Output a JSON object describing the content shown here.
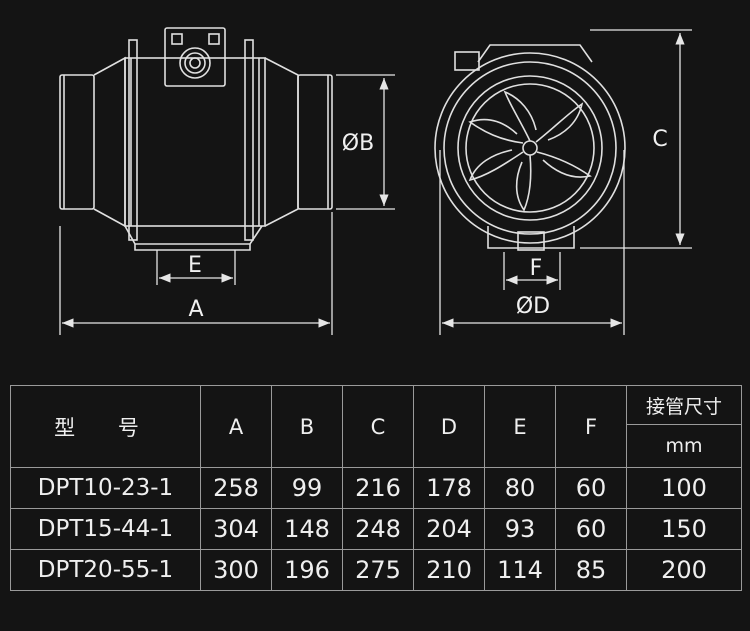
{
  "drawing": {
    "labels": {
      "A": "A",
      "B": "ØB",
      "C": "C",
      "D": "ØD",
      "E": "E",
      "F": "F"
    }
  },
  "table": {
    "model_header": "型 号",
    "columns": [
      "A",
      "B",
      "C",
      "D",
      "E",
      "F"
    ],
    "pipe_header": "接管尺寸",
    "pipe_unit": "mm",
    "rows": [
      {
        "model": "DPT10-23-1",
        "A": "258",
        "B": "99",
        "C": "216",
        "D": "178",
        "E": "80",
        "F": "60",
        "pipe": "100"
      },
      {
        "model": "DPT15-44-1",
        "A": "304",
        "B": "148",
        "C": "248",
        "D": "204",
        "E": "93",
        "F": "60",
        "pipe": "150"
      },
      {
        "model": "DPT20-55-1",
        "A": "300",
        "B": "196",
        "C": "275",
        "D": "210",
        "E": "114",
        "F": "85",
        "pipe": "200"
      }
    ]
  },
  "colors": {
    "background": "#141414",
    "line": "#e6e6e6",
    "table_border": "#9a9a9a"
  }
}
